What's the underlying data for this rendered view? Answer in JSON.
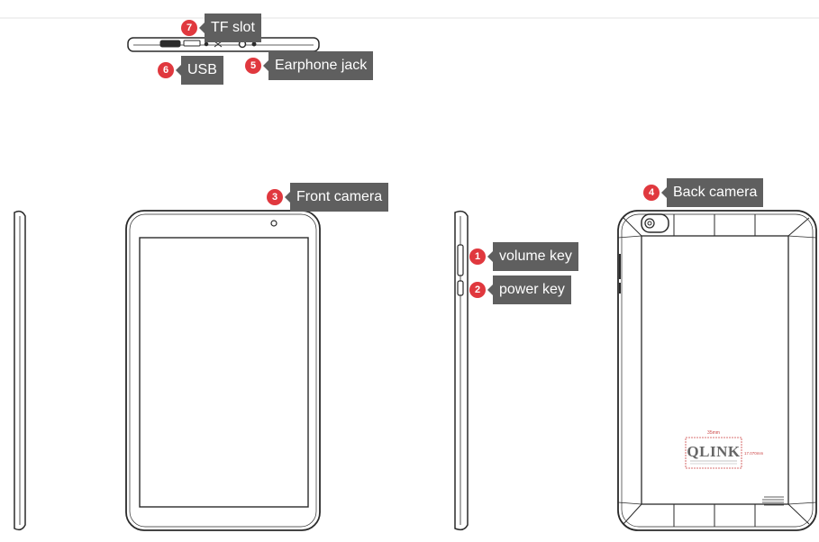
{
  "colors": {
    "badge": "#e0383e",
    "label_bg": "#5f5f5f",
    "label_text": "#ffffff",
    "line_art": "#2a2a2a",
    "logo_annotation": "#cc4444"
  },
  "callouts": [
    {
      "number": "7",
      "text": "TF slot"
    },
    {
      "number": "6",
      "text": "USB"
    },
    {
      "number": "5",
      "text": "Earphone jack"
    },
    {
      "number": "3",
      "text": "Front camera"
    },
    {
      "number": "4",
      "text": "Back camera"
    },
    {
      "number": "1",
      "text": "volume key"
    },
    {
      "number": "2",
      "text": "power key"
    }
  ],
  "logo": {
    "brand": "QLINK",
    "width_dim": "35mm",
    "height_dim": "17.070mm"
  }
}
